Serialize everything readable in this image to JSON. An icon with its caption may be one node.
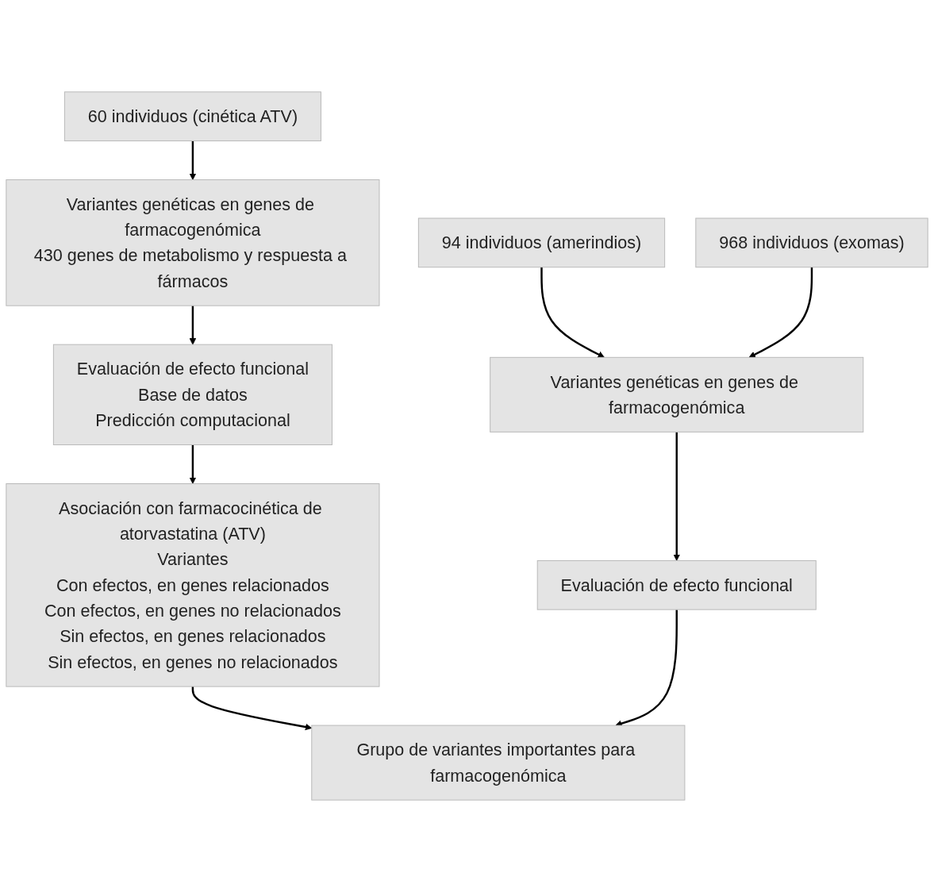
{
  "diagram": {
    "nodes": [
      {
        "text": [
          "60 individuos (cinética ATV)"
        ]
      },
      {
        "text": [
          "94 individuos (amerindios)"
        ]
      },
      {
        "text": [
          "968 individuos (exomas)"
        ]
      },
      {
        "text": [
          "Variantes genéticas en genes de farmacogenómica",
          "430 genes de metabolismo y respuesta a fármacos"
        ]
      },
      {
        "text": [
          "Variantes genéticas en genes de farmacogenómica"
        ]
      },
      {
        "text": [
          "Evaluación de efecto funcional",
          "Base de datos",
          "Predicción computacional"
        ]
      },
      {
        "text": [
          "Evaluación de efecto funcional"
        ]
      },
      {
        "text": [
          "Asociación con farmacocinética de atorvastatina (ATV)",
          "Variantes",
          "Con efectos, en genes relacionados",
          "Con efectos, en genes no relacionados",
          "Sin efectos, en genes relacionados",
          "Sin efectos, en genes no relacionados"
        ]
      },
      {
        "text": [
          "Grupo de variantes importantes para farmacogenómica"
        ]
      }
    ],
    "edges": [
      {
        "from": 0,
        "to": 3,
        "arrow": "to"
      },
      {
        "from": 1,
        "to": 4,
        "arrow": "to"
      },
      {
        "from": 2,
        "to": 4,
        "arrow": "to"
      },
      {
        "from": 3,
        "to": 5,
        "arrow": "to"
      },
      {
        "from": 4,
        "to": 6,
        "arrow": "to"
      },
      {
        "from": 5,
        "to": 7,
        "arrow": "to"
      },
      {
        "from": 7,
        "to": 8,
        "arrow": "to"
      },
      {
        "from": 6,
        "to": 8,
        "arrow": "to"
      }
    ]
  }
}
